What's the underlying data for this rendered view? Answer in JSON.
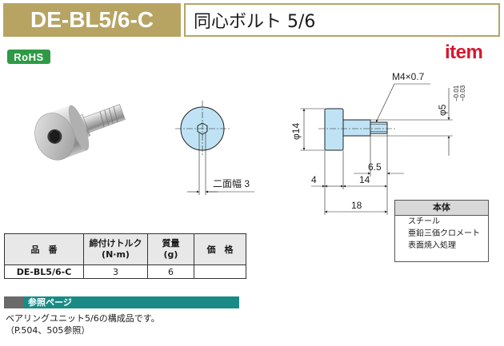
{
  "header": {
    "code": "DE-BL5/6-C",
    "name": "同心ボルト 5/6"
  },
  "badges": {
    "rohs": "RoHS",
    "brand": "item"
  },
  "drawing": {
    "thread_label": "M4×0.7",
    "tolerance_diameter": "φ5",
    "tolerance_upper": "−0.01",
    "tolerance_lower": "−0.03",
    "head_diameter": "φ14",
    "width_across_flats": "二面幅 3",
    "dim_6_5": "6.5",
    "dim_4": "4",
    "dim_14": "14",
    "dim_18": "18"
  },
  "material": {
    "header": "本体",
    "lines": [
      "スチール",
      "亜鉛三価クロメート",
      "表面焼入処理"
    ]
  },
  "spec_table": {
    "headers": [
      "品　番",
      "締付けトルク",
      "(N·m)",
      "質量",
      "(g)",
      "価　格"
    ],
    "rows": [
      {
        "part": "DE-BL5/6-C",
        "torque": "3",
        "mass": "6",
        "price": ""
      }
    ]
  },
  "reference": {
    "title": "参照ページ",
    "lines": [
      "ベアリングユニット5/6の構成品です。",
      "（P.504、505参照）"
    ]
  },
  "colors": {
    "gold": "#b7a463",
    "rohs_green": "#2f9a45",
    "brand_red": "#d7172f",
    "teal": "#1a8a86",
    "part_blue": "#bfe3f5"
  }
}
